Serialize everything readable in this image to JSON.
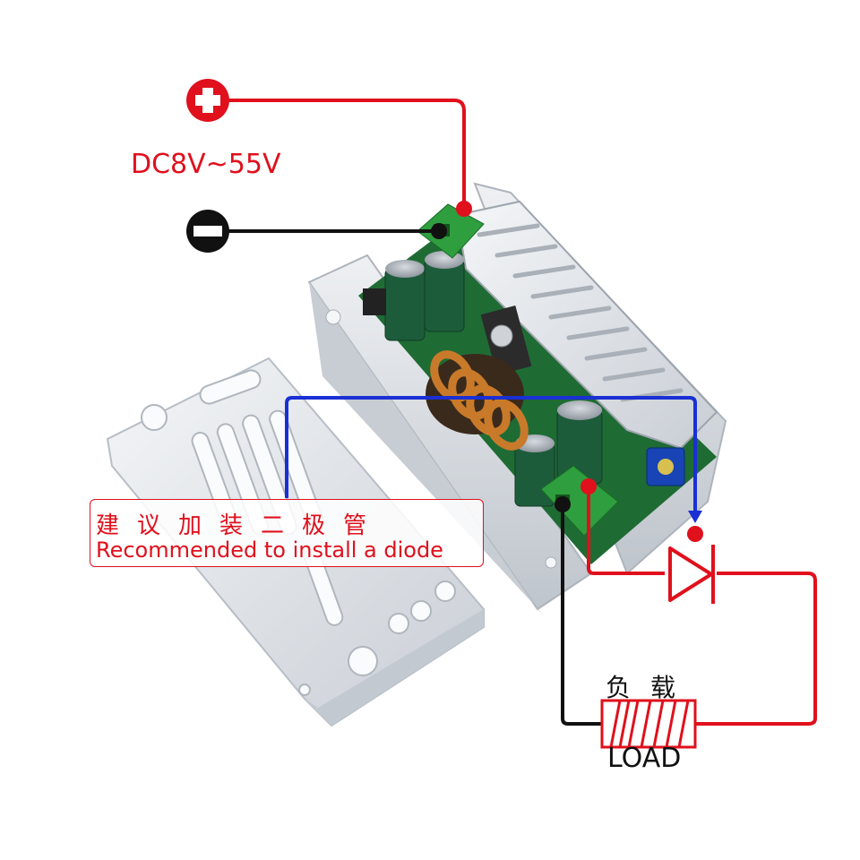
{
  "input": {
    "voltage_range": "DC8V~55V",
    "positive_icon": "plus-icon",
    "negative_icon": "minus-icon"
  },
  "note": {
    "chinese": "建议加装二极管",
    "english": "Recommended to install a diode"
  },
  "load": {
    "chinese": "负载",
    "english": "LOAD"
  },
  "colors": {
    "positive": "#e0101c",
    "negative": "#111111",
    "signal": "#1a2fd4",
    "pcb": "#1f6b34",
    "aluminum": "#d9dde2"
  }
}
